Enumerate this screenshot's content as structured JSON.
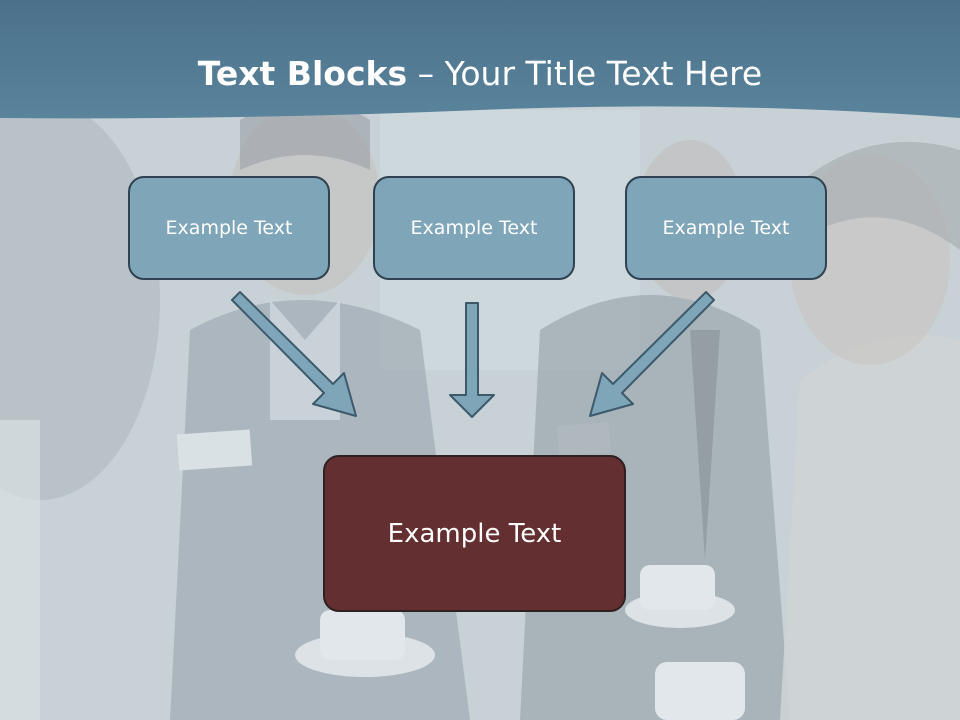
{
  "slide": {
    "title_bold": "Text Blocks",
    "title_dash": " – ",
    "title_rest": "Your Title Text Here",
    "boxes": [
      {
        "label": "Example Text"
      },
      {
        "label": "Example Text"
      },
      {
        "label": "Example Text"
      }
    ],
    "center_box": {
      "label": "Example Text"
    }
  },
  "colors": {
    "header": "#4f7a93",
    "small_box_fill": "#7fa5b8",
    "center_box_fill": "#642f30",
    "arrow_fill": "#7fa5b8",
    "arrow_stroke": "#3d5a6c"
  },
  "icons": [
    "arrow-down-right-icon",
    "arrow-down-icon",
    "arrow-down-left-icon"
  ]
}
